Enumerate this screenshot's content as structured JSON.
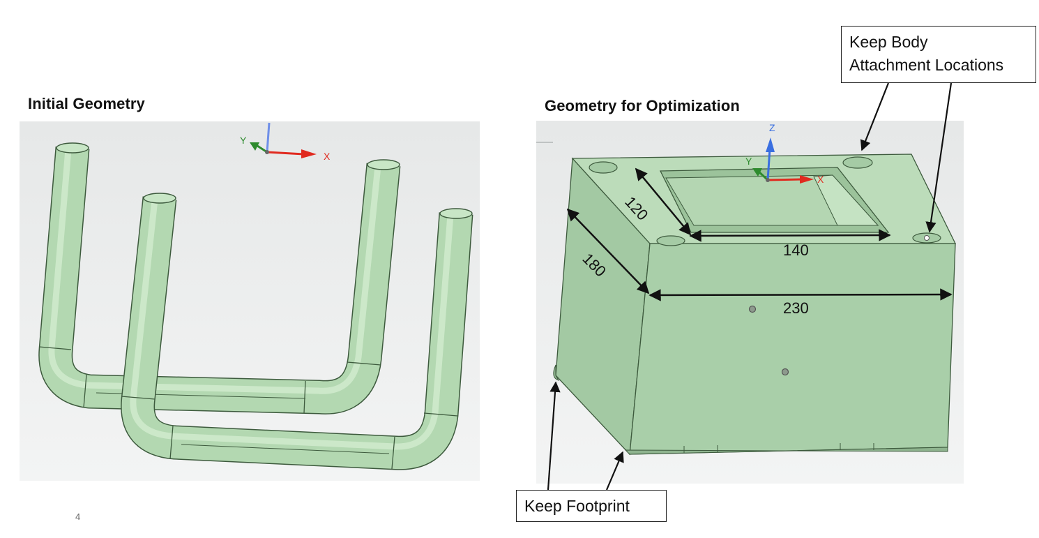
{
  "left_panel": {
    "title": "Initial Geometry",
    "triad": {
      "x": "X",
      "y": "Y"
    }
  },
  "right_panel": {
    "title": "Geometry for Optimization",
    "triad": {
      "x": "X",
      "y": "Y",
      "z": "Z"
    },
    "dimensions": {
      "width": "230",
      "depth": "180",
      "inner_width": "140",
      "inner_depth": "120"
    }
  },
  "callouts": {
    "body_line1": "Keep Body",
    "body_line2": "Attachment Locations",
    "footprint": "Keep Footprint"
  },
  "page_number": "4",
  "colors": {
    "part_fill": "#a9cfa9",
    "part_light": "#bfe0bd",
    "part_edge": "#3d5a3d",
    "viewport_bg": "#eceeee",
    "x_axis": "#e02a1f",
    "y_axis": "#2e8b2e",
    "z_axis": "#3a6fe0"
  }
}
